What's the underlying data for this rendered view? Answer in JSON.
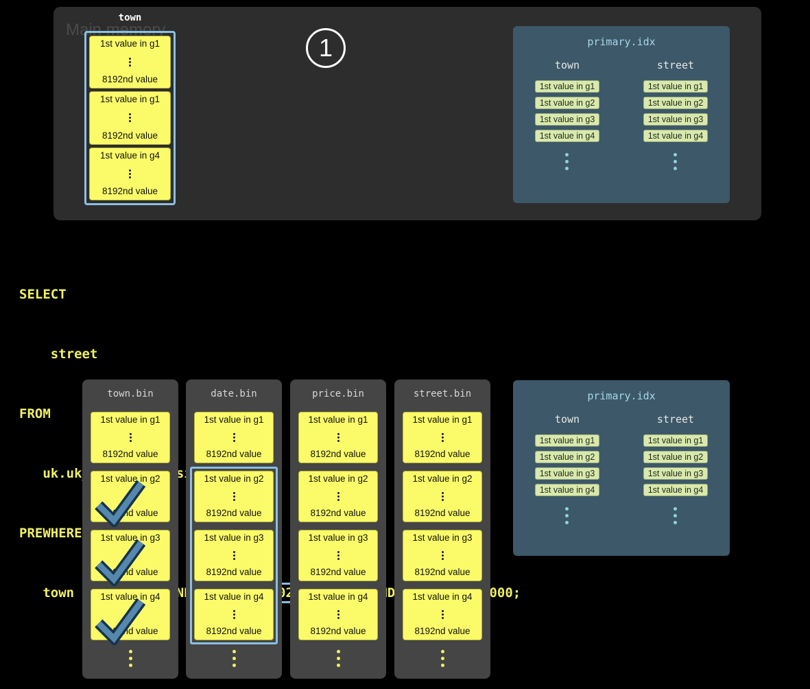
{
  "main_memory": {
    "title": "Main memory",
    "column_label": "town",
    "blocks": [
      {
        "first": "1st value in g1",
        "last": "8192nd value"
      },
      {
        "first": "1st value in g1",
        "last": "8192nd value"
      },
      {
        "first": "1st value in g4",
        "last": "8192nd value"
      }
    ]
  },
  "step_badge": {
    "number": "1"
  },
  "primary_index": {
    "title": "primary.idx",
    "columns": [
      {
        "label": "town",
        "chips": [
          "1st value in g1",
          "1st value in g2",
          "1st value in g3",
          "1st value in g4"
        ]
      },
      {
        "label": "street",
        "chips": [
          "1st value in g1",
          "1st value in g2",
          "1st value in g3",
          "1st value in g4"
        ]
      }
    ]
  },
  "sql": {
    "line1": "SELECT",
    "line2": "    street",
    "line3": "FROM",
    "line4": "   uk.uk_price_paid_simple",
    "line5": "PREWHERE",
    "line6_pre": "   town = 'LONDON' AND ",
    "line6_boxed": "date > '2024-12-31'",
    "line6_post": " AND price < 10_000;"
  },
  "bins": [
    {
      "title": "town.bin",
      "blocks": [
        {
          "first": "1st value in g1",
          "last": "8192nd value"
        },
        {
          "first": "1st value in g2",
          "last": "8192nd value"
        },
        {
          "first": "1st value in g3",
          "last": "8192nd value"
        },
        {
          "first": "1st value in g4",
          "last": "8192nd value"
        }
      ],
      "checked": [
        1,
        2,
        3
      ],
      "highlight": null
    },
    {
      "title": "date.bin",
      "blocks": [
        {
          "first": "1st value in g1",
          "last": "8192nd value"
        },
        {
          "first": "1st value in g2",
          "last": "8192nd value"
        },
        {
          "first": "1st value in g3",
          "last": "8192nd value"
        },
        {
          "first": "1st value in g4",
          "last": "8192nd value"
        }
      ],
      "checked": [],
      "highlight": [
        1,
        3
      ]
    },
    {
      "title": "price.bin",
      "blocks": [
        {
          "first": "1st value in g1",
          "last": "8192nd value"
        },
        {
          "first": "1st value in g2",
          "last": "8192nd value"
        },
        {
          "first": "1st value in g3",
          "last": "8192nd value"
        },
        {
          "first": "1st value in g4",
          "last": "8192nd value"
        }
      ],
      "checked": [],
      "highlight": null
    },
    {
      "title": "street.bin",
      "blocks": [
        {
          "first": "1st value in g1",
          "last": "8192nd value"
        },
        {
          "first": "1st value in g2",
          "last": "8192nd value"
        },
        {
          "first": "1st value in g3",
          "last": "8192nd value"
        },
        {
          "first": "1st value in g4",
          "last": "8192nd value"
        }
      ],
      "checked": [],
      "highlight": null
    }
  ],
  "colors": {
    "background": "#000000",
    "memory_panel": "#2d2d2d",
    "bin_panel": "#454545",
    "index_panel": "#3d5868",
    "block_yellow": "#fbfb6a",
    "chip_green": "#d9e9ad",
    "highlight_blue": "#8ac0e2",
    "sql_yellow": "#f1f163",
    "index_accent": "#a5d8e8",
    "check_fill": "#5688ad",
    "check_outline": "#16334d"
  }
}
